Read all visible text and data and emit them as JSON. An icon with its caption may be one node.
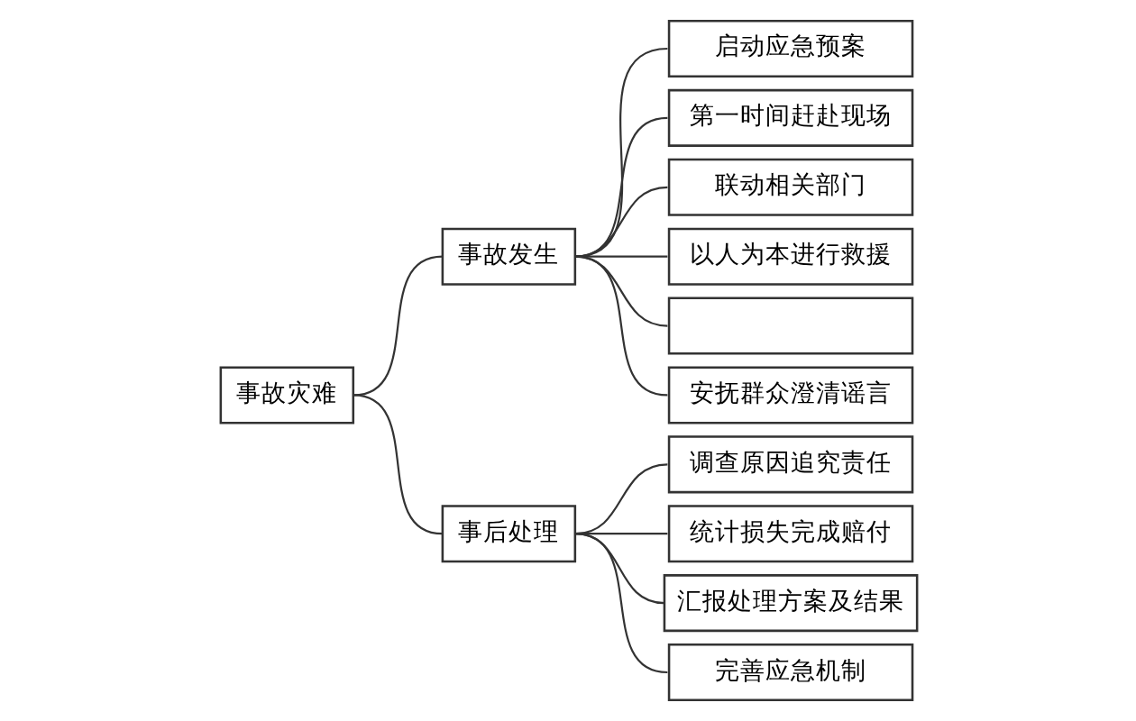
{
  "diagram": {
    "nodes": [
      {
        "text": [
          "事故灾难"
        ]
      },
      {
        "text": [
          "事故发生"
        ]
      },
      {
        "text": [
          "事后处理"
        ]
      },
      {
        "text": [
          "启动应急预案"
        ]
      },
      {
        "text": [
          "第一时间赶赴现场"
        ]
      },
      {
        "text": [
          "联动相关部门"
        ]
      },
      {
        "text": [
          "以人为本进行救援"
        ]
      },
      {
        "text": [],
        "shape": "box"
      },
      {
        "text": [
          "安抚群众澄清谣言"
        ]
      },
      {
        "text": [
          "调查原因追究责任"
        ]
      },
      {
        "text": [
          "统计损失完成赔付"
        ]
      },
      {
        "text": [
          "汇报处理方案及结果"
        ]
      },
      {
        "text": [
          "完善应急机制"
        ]
      }
    ],
    "edges": [
      {
        "from": 0,
        "to": 1,
        "arrow": "none"
      },
      {
        "from": 0,
        "to": 2,
        "arrow": "none"
      },
      {
        "from": 1,
        "to": 3,
        "arrow": "none"
      },
      {
        "from": 1,
        "to": 4,
        "arrow": "none"
      },
      {
        "from": 1,
        "to": 5,
        "arrow": "none"
      },
      {
        "from": 1,
        "to": 6,
        "arrow": "none"
      },
      {
        "from": 1,
        "to": 7,
        "arrow": "none"
      },
      {
        "from": 1,
        "to": 8,
        "arrow": "none"
      },
      {
        "from": 2,
        "to": 9,
        "arrow": "none"
      },
      {
        "from": 2,
        "to": 10,
        "arrow": "none"
      },
      {
        "from": 2,
        "to": 11,
        "arrow": "none"
      },
      {
        "from": 2,
        "to": 12,
        "arrow": "none"
      }
    ]
  }
}
